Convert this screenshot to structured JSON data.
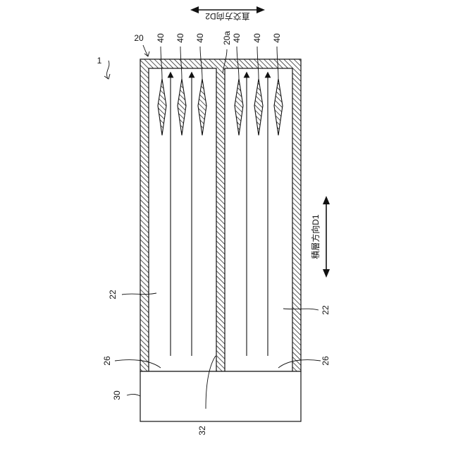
{
  "figure": {
    "labels": {
      "device": "1",
      "frame": "20",
      "partition": "20a",
      "fin": "40",
      "channel": "22",
      "gap": "26",
      "base": "30",
      "joint": "32"
    },
    "directions": {
      "orthogonal": "直交方向D2",
      "stacking": "積層方向D1"
    }
  }
}
